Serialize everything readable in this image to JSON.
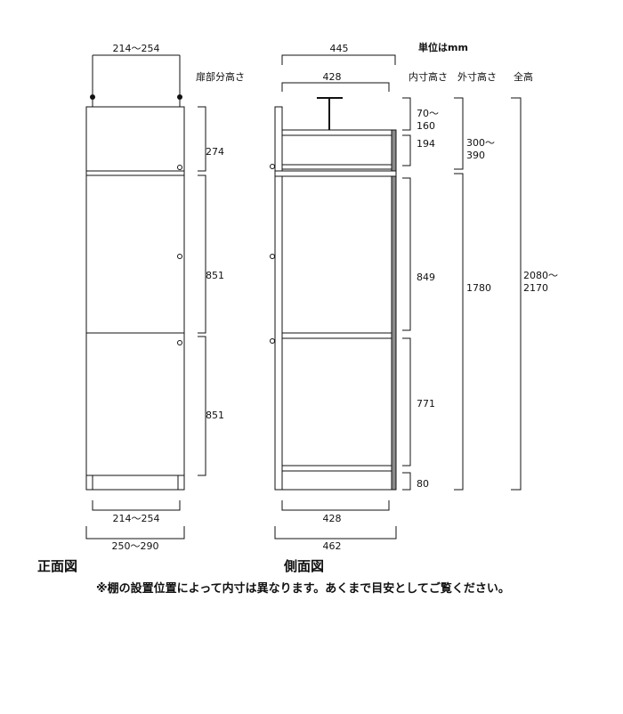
{
  "unit_label": "単位はmm",
  "front_view": {
    "title": "正面図",
    "top_width": "214～254",
    "section_heading": "扉部分高さ",
    "section_top": "274",
    "section_mid": "851",
    "section_bottom": "851",
    "inner_width": "214～254",
    "outer_width": "250～290"
  },
  "side_view": {
    "title": "側面図",
    "top_outer": "445",
    "top_inner": "428",
    "bottom_inner": "428",
    "bottom_outer": "462"
  },
  "inner_heights": {
    "heading": "内寸高さ",
    "top_line1": "70～",
    "top_line2": "160",
    "upper": "194",
    "middle": "849",
    "lower": "771",
    "base": "80"
  },
  "outer_heights": {
    "heading": "外寸高さ",
    "upper_line1": "300～",
    "upper_line2": "390",
    "lower": "1780"
  },
  "total_height": {
    "heading": "全高",
    "line1": "2080～",
    "line2": "2170"
  },
  "footnote": "※棚の設置位置によって内寸は異なります。あくまで目安としてご覧ください。"
}
